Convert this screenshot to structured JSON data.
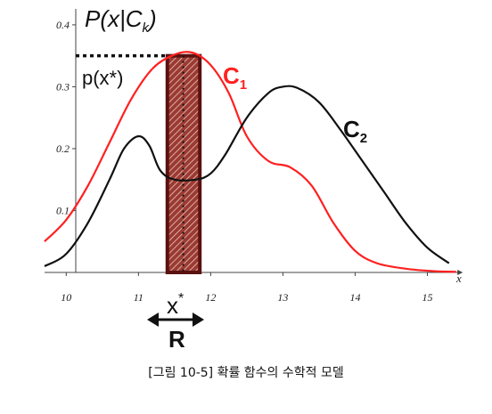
{
  "caption": "[그림 10-5] 확률 함수의 수학적 모델",
  "labels": {
    "y_axis": "P(x|C",
    "y_axis_sub": "k",
    "y_axis_close": ")",
    "px_star": "p(x*)",
    "c1": "C",
    "c1_sub": "1",
    "c2": "C",
    "c2_sub": "2",
    "x_star": "x",
    "x_star_sup": "*",
    "region": "R",
    "x_axis": "x"
  },
  "colors": {
    "c1": "#ff2020",
    "c2": "#111111",
    "region_fill": "#9b3a32",
    "region_edge": "#5a1210"
  },
  "chart_data": {
    "type": "line",
    "x_ticks": [
      "10",
      "11",
      "12",
      "13",
      "14",
      "15"
    ],
    "y_ticks": [
      "0.1",
      "0.2",
      "0.3",
      "0.4"
    ],
    "xlim": [
      9.7,
      15.5
    ],
    "ylim": [
      0,
      0.42
    ],
    "series": [
      {
        "name": "C1",
        "color": "#ff2020",
        "x": [
          9.7,
          10.0,
          10.3,
          10.6,
          10.9,
          11.2,
          11.5,
          11.75,
          12.0,
          12.25,
          12.5,
          12.8,
          13.1,
          13.4,
          13.7,
          14.0,
          14.3,
          14.7,
          15.1,
          15.4
        ],
        "y": [
          0.05,
          0.085,
          0.14,
          0.21,
          0.28,
          0.33,
          0.352,
          0.355,
          0.335,
          0.29,
          0.22,
          0.18,
          0.17,
          0.14,
          0.08,
          0.035,
          0.015,
          0.006,
          0.002,
          0.001
        ]
      },
      {
        "name": "C2",
        "color": "#111111",
        "x": [
          9.7,
          10.0,
          10.3,
          10.6,
          10.8,
          11.0,
          11.15,
          11.3,
          11.5,
          11.8,
          12.0,
          12.2,
          12.5,
          12.8,
          13.0,
          13.2,
          13.5,
          13.8,
          14.1,
          14.4,
          14.7,
          15.0,
          15.3
        ],
        "y": [
          0.01,
          0.03,
          0.08,
          0.15,
          0.2,
          0.22,
          0.205,
          0.165,
          0.15,
          0.15,
          0.16,
          0.19,
          0.25,
          0.29,
          0.3,
          0.298,
          0.275,
          0.23,
          0.18,
          0.13,
          0.08,
          0.04,
          0.015
        ]
      }
    ],
    "highlight_region": {
      "x_start": 11.4,
      "x_end": 11.85,
      "x_star": 11.62,
      "y_top": 0.35
    },
    "reference_level": 0.35
  }
}
